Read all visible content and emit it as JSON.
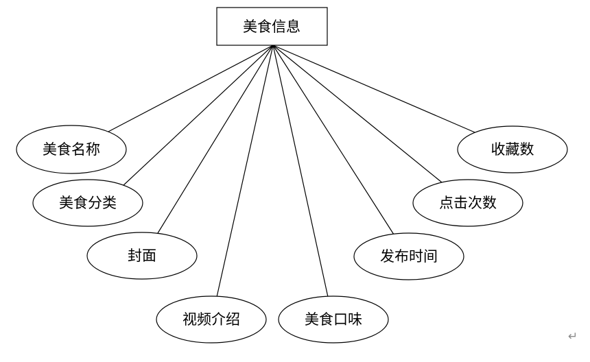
{
  "entity": {
    "label": "美食信息"
  },
  "attributes": [
    {
      "id": "name",
      "label": "美食名称"
    },
    {
      "id": "category",
      "label": "美食分类"
    },
    {
      "id": "cover",
      "label": "封面"
    },
    {
      "id": "video",
      "label": "视频介绍"
    },
    {
      "id": "taste",
      "label": "美食口味"
    },
    {
      "id": "publish-time",
      "label": "发布时间"
    },
    {
      "id": "clicks",
      "label": "点击次数"
    },
    {
      "id": "favorites",
      "label": "收藏数"
    }
  ],
  "paragraph_mark": "↵"
}
